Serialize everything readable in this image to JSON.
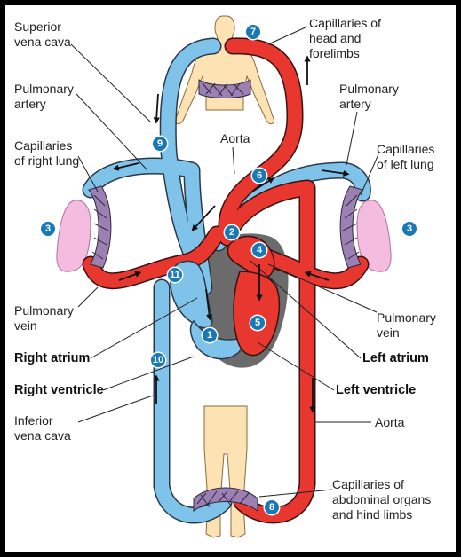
{
  "labels": {
    "superior_vena_cava": "Superior\nvena cava",
    "capillaries_head": "Capillaries of\nhead and\nforelimbs",
    "pulmonary_artery_left": "Pulmonary\nartery",
    "pulmonary_artery_right": "Pulmonary\nartery",
    "aorta_top": "Aorta",
    "capillaries_right_lung": "Capillaries\nof right lung",
    "capillaries_left_lung": "Capillaries\nof left lung",
    "pulmonary_vein_left": "Pulmonary\nvein",
    "pulmonary_vein_right": "Pulmonary\nvein",
    "right_atrium": "Right atrium",
    "left_atrium": "Left atrium",
    "right_ventricle": "Right ventricle",
    "left_ventricle": "Left ventricle",
    "inferior_vena_cava": "Inferior\nvena cava",
    "aorta_bottom": "Aorta",
    "capillaries_abdominal": "Capillaries of\nabdominal organs\nand hind limbs"
  },
  "steps": {
    "s1": "1",
    "s2": "2",
    "s3a": "3",
    "s3b": "3",
    "s4": "4",
    "s5": "5",
    "s6": "6",
    "s7": "7",
    "s8": "8",
    "s9": "9",
    "s10": "10",
    "s11": "11"
  },
  "colors": {
    "oxygenated": "#e8372f",
    "deoxygenated": "#7fc3ea",
    "capillary_mix": "#9c7fb3",
    "lung": "#f4bde0",
    "body": "#fde2b3",
    "heart_shadow": "#6b6b6b",
    "badge": "#1878b8"
  }
}
